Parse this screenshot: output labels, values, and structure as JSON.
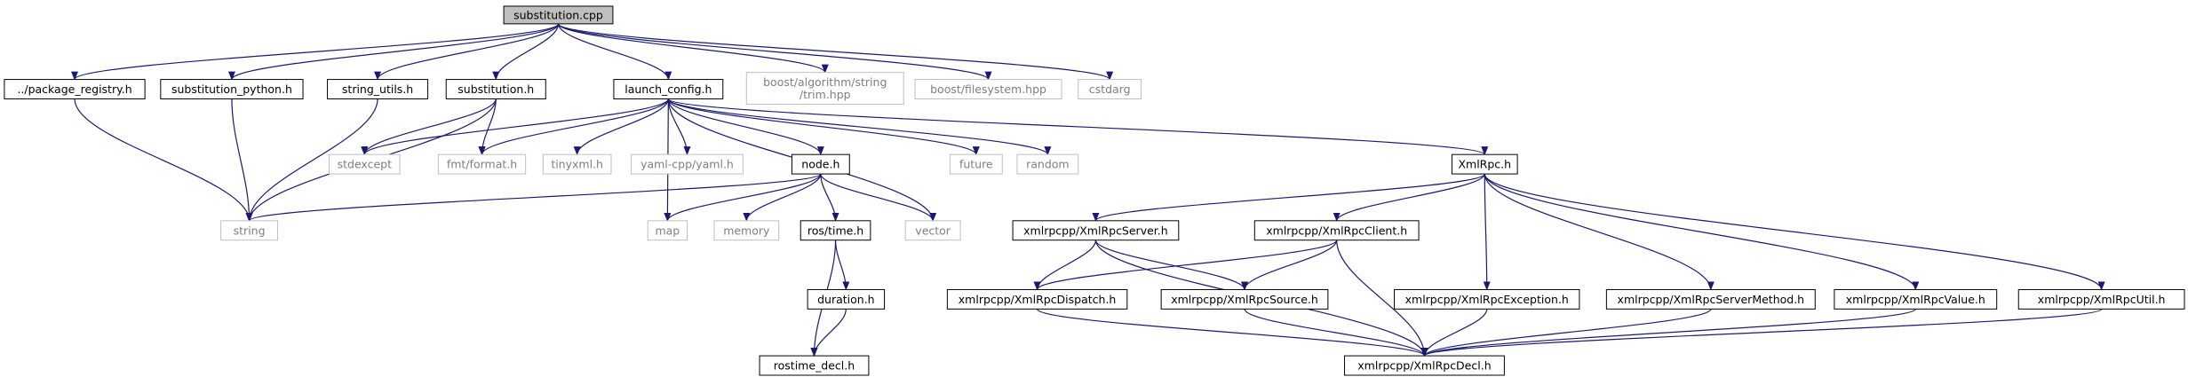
{
  "graph": {
    "nodes": [
      {
        "id": "substitution_cpp",
        "label": "substitution.cpp",
        "style": "root"
      },
      {
        "id": "package_registry",
        "label": "../package_registry.h",
        "style": "normal"
      },
      {
        "id": "substitution_python",
        "label": "substitution_python.h",
        "style": "normal"
      },
      {
        "id": "string_utils",
        "label": "string_utils.h",
        "style": "normal"
      },
      {
        "id": "substitution_h",
        "label": "substitution.h",
        "style": "normal"
      },
      {
        "id": "launch_config",
        "label": "launch_config.h",
        "style": "normal"
      },
      {
        "id": "boost_trim",
        "label": "boost/algorithm/string\n/trim.hpp",
        "style": "external"
      },
      {
        "id": "boost_fs",
        "label": "boost/filesystem.hpp",
        "style": "external"
      },
      {
        "id": "cstdarg",
        "label": "cstdarg",
        "style": "external"
      },
      {
        "id": "string",
        "label": "string",
        "style": "external"
      },
      {
        "id": "stdexcept",
        "label": "stdexcept",
        "style": "external"
      },
      {
        "id": "fmt_format",
        "label": "fmt/format.h",
        "style": "external"
      },
      {
        "id": "tinyxml",
        "label": "tinyxml.h",
        "style": "external"
      },
      {
        "id": "yaml",
        "label": "yaml-cpp/yaml.h",
        "style": "external"
      },
      {
        "id": "node_h",
        "label": "node.h",
        "style": "normal"
      },
      {
        "id": "future",
        "label": "future",
        "style": "external"
      },
      {
        "id": "random",
        "label": "random",
        "style": "external"
      },
      {
        "id": "xmlrpc_h",
        "label": "XmlRpc.h",
        "style": "normal"
      },
      {
        "id": "map",
        "label": "map",
        "style": "external"
      },
      {
        "id": "memory",
        "label": "memory",
        "style": "external"
      },
      {
        "id": "ros_time",
        "label": "ros/time.h",
        "style": "normal"
      },
      {
        "id": "vector",
        "label": "vector",
        "style": "external"
      },
      {
        "id": "duration",
        "label": "duration.h",
        "style": "normal"
      },
      {
        "id": "rostime_decl",
        "label": "rostime_decl.h",
        "style": "normal"
      },
      {
        "id": "xr_server",
        "label": "xmlrpcpp/XmlRpcServer.h",
        "style": "normal"
      },
      {
        "id": "xr_client",
        "label": "xmlrpcpp/XmlRpcClient.h",
        "style": "normal"
      },
      {
        "id": "xr_dispatch",
        "label": "xmlrpcpp/XmlRpcDispatch.h",
        "style": "normal"
      },
      {
        "id": "xr_source",
        "label": "xmlrpcpp/XmlRpcSource.h",
        "style": "normal"
      },
      {
        "id": "xr_exception",
        "label": "xmlrpcpp/XmlRpcException.h",
        "style": "normal"
      },
      {
        "id": "xr_servermethod",
        "label": "xmlrpcpp/XmlRpcServerMethod.h",
        "style": "normal"
      },
      {
        "id": "xr_value",
        "label": "xmlrpcpp/XmlRpcValue.h",
        "style": "normal"
      },
      {
        "id": "xr_util",
        "label": "xmlrpcpp/XmlRpcUtil.h",
        "style": "normal"
      },
      {
        "id": "xr_decl",
        "label": "xmlrpcpp/XmlRpcDecl.h",
        "style": "normal"
      }
    ],
    "edges": [
      [
        "substitution_cpp",
        "package_registry"
      ],
      [
        "substitution_cpp",
        "substitution_python"
      ],
      [
        "substitution_cpp",
        "string_utils"
      ],
      [
        "substitution_cpp",
        "substitution_h"
      ],
      [
        "substitution_cpp",
        "launch_config"
      ],
      [
        "substitution_cpp",
        "boost_trim"
      ],
      [
        "substitution_cpp",
        "boost_fs"
      ],
      [
        "substitution_cpp",
        "cstdarg"
      ],
      [
        "package_registry",
        "string"
      ],
      [
        "substitution_python",
        "string"
      ],
      [
        "string_utils",
        "string"
      ],
      [
        "substitution_h",
        "string"
      ],
      [
        "substitution_h",
        "stdexcept"
      ],
      [
        "substitution_h",
        "fmt_format"
      ],
      [
        "launch_config",
        "stdexcept"
      ],
      [
        "launch_config",
        "fmt_format"
      ],
      [
        "launch_config",
        "tinyxml"
      ],
      [
        "launch_config",
        "yaml"
      ],
      [
        "launch_config",
        "node_h"
      ],
      [
        "launch_config",
        "future"
      ],
      [
        "launch_config",
        "random"
      ],
      [
        "launch_config",
        "xmlrpc_h"
      ],
      [
        "launch_config",
        "map"
      ],
      [
        "launch_config",
        "vector"
      ],
      [
        "node_h",
        "string"
      ],
      [
        "node_h",
        "map"
      ],
      [
        "node_h",
        "memory"
      ],
      [
        "node_h",
        "ros_time"
      ],
      [
        "node_h",
        "vector"
      ],
      [
        "ros_time",
        "duration"
      ],
      [
        "ros_time",
        "rostime_decl"
      ],
      [
        "duration",
        "rostime_decl"
      ],
      [
        "xmlrpc_h",
        "xr_server"
      ],
      [
        "xmlrpc_h",
        "xr_client"
      ],
      [
        "xmlrpc_h",
        "xr_exception"
      ],
      [
        "xmlrpc_h",
        "xr_servermethod"
      ],
      [
        "xmlrpc_h",
        "xr_value"
      ],
      [
        "xmlrpc_h",
        "xr_util"
      ],
      [
        "xr_server",
        "xr_dispatch"
      ],
      [
        "xr_server",
        "xr_source"
      ],
      [
        "xr_server",
        "xr_decl"
      ],
      [
        "xr_client",
        "xr_dispatch"
      ],
      [
        "xr_client",
        "xr_source"
      ],
      [
        "xr_client",
        "xr_decl"
      ],
      [
        "xr_source",
        "xr_decl"
      ],
      [
        "xr_dispatch",
        "xr_decl"
      ],
      [
        "xr_exception",
        "xr_decl"
      ],
      [
        "xr_servermethod",
        "xr_decl"
      ],
      [
        "xr_value",
        "xr_decl"
      ],
      [
        "xr_util",
        "xr_decl"
      ]
    ]
  },
  "colors": {
    "background": "#ffffff",
    "edge": "#191970",
    "root_fill": "#bfbfbf",
    "box_stroke": "#000000",
    "external_stroke": "#bfbfbf",
    "text": "#000000",
    "external_text": "#7f7f7f"
  }
}
